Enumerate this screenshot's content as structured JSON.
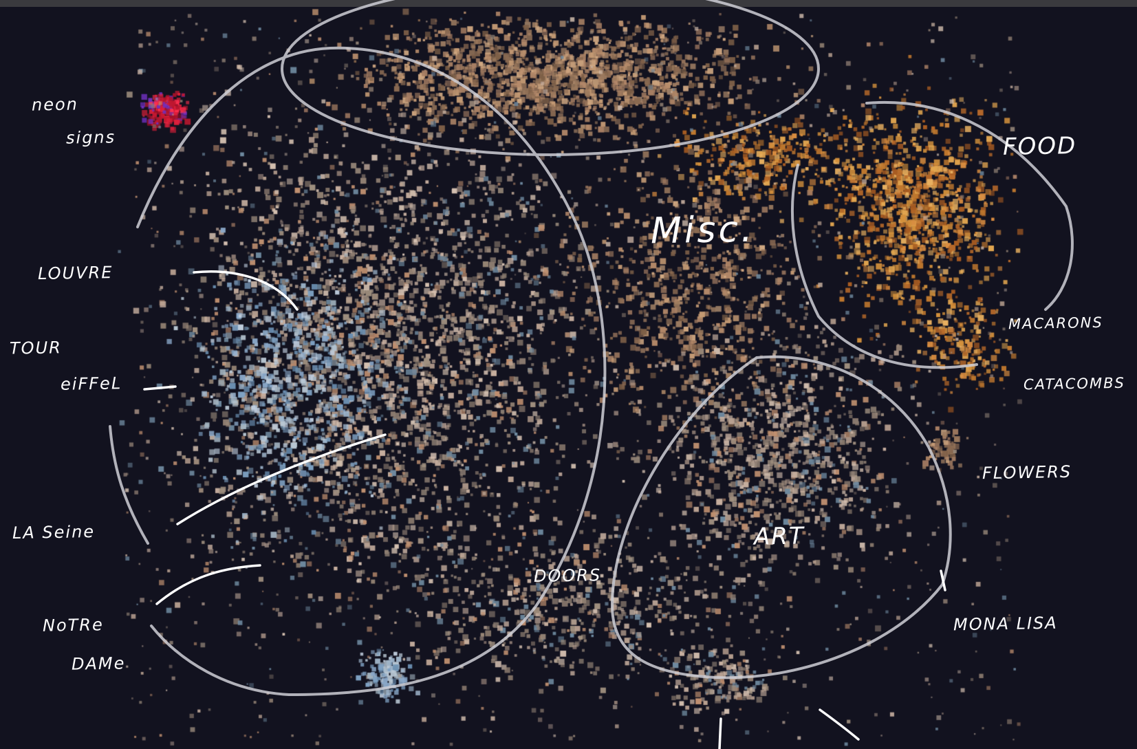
{
  "labels": {
    "neon_signs": [
      "neon",
      "signs"
    ],
    "louvre": "LOUVRE",
    "tour_eiffel": [
      "TOUR",
      "eiFFeL"
    ],
    "la_seine": "LA Seine",
    "notre_dame": [
      "NoTRe",
      "DAMe"
    ],
    "misc": "Misc.",
    "food": "FOOD",
    "macarons": "MACARONS",
    "catacombs": "CATACOMBS",
    "flowers": "FLOWERS",
    "art": "ART",
    "doors": "DOORS",
    "mona_lisa": "MONA LISA"
  },
  "colors": {
    "background": "#12121f",
    "annotation": "#d8d8de"
  }
}
